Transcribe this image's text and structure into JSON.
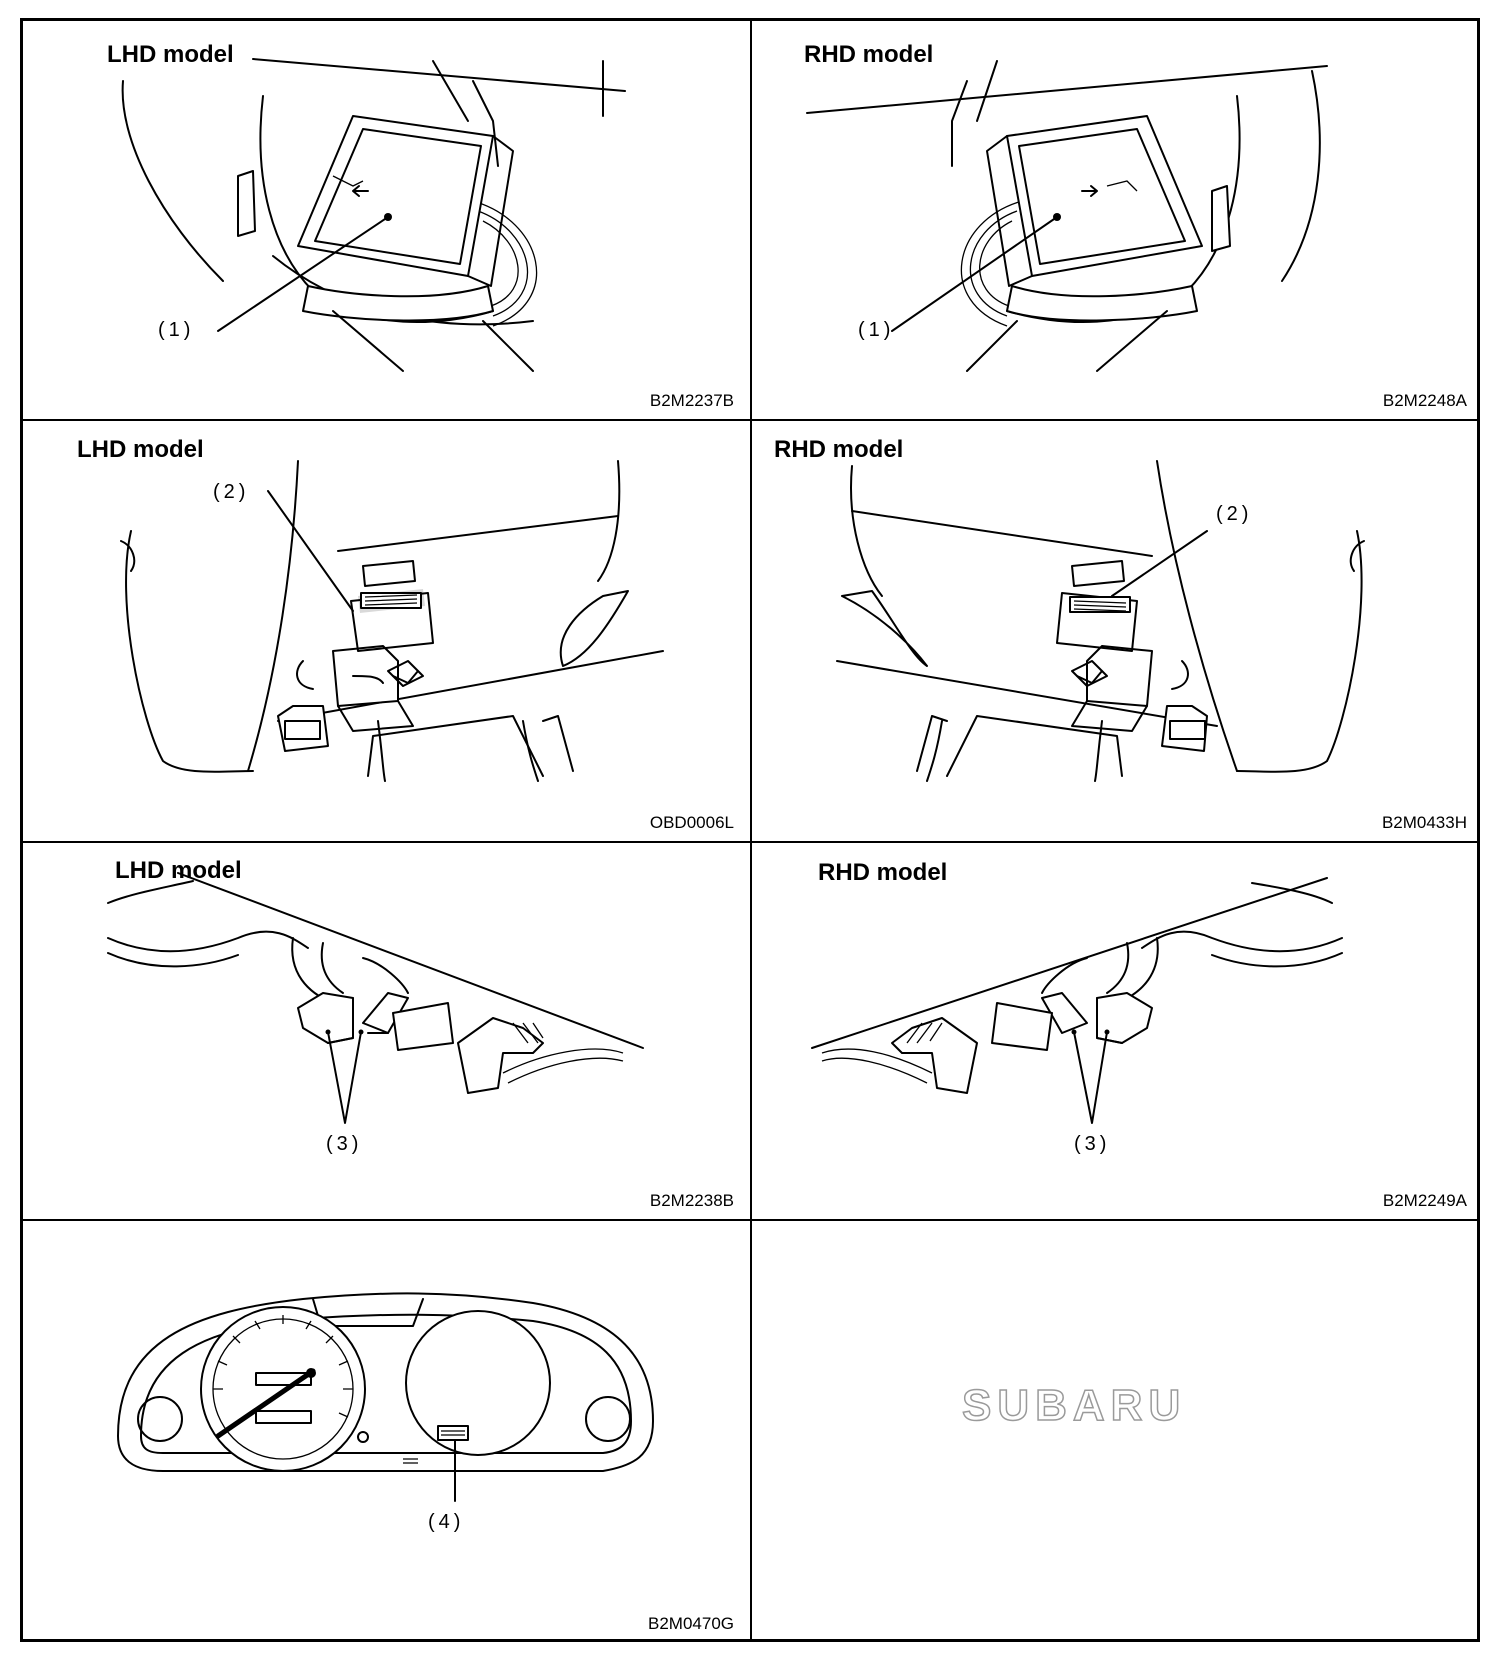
{
  "panels": [
    {
      "title": "LHD model",
      "callout": "(1)",
      "code": "B2M2237B"
    },
    {
      "title": "RHD model",
      "callout": "(1)",
      "code": "B2M2248A"
    },
    {
      "title": "LHD model",
      "callout": "(2)",
      "code": "OBD0006L"
    },
    {
      "title": "RHD model",
      "callout": "(2)",
      "code": "B2M0433H"
    },
    {
      "title": "LHD model",
      "callout": "(3)",
      "code": "B2M2238B"
    },
    {
      "title": "RHD model",
      "callout": "(3)",
      "code": "B2M2249A"
    },
    {
      "title": "",
      "callout": "(4)",
      "code": "B2M0470G"
    }
  ],
  "logo": "SUBARU"
}
